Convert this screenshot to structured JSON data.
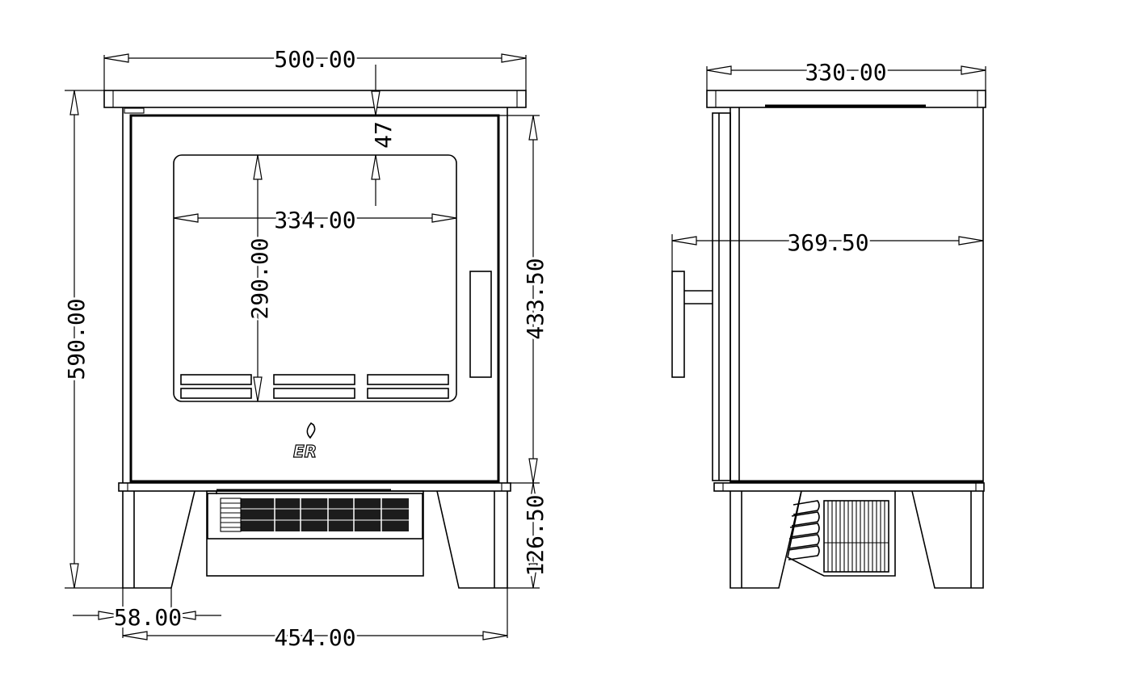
{
  "dimensions": {
    "front_top_width": "500.00",
    "front_height": "590.00",
    "door_top_offset": "47",
    "window_width": "334.00",
    "window_height": "290.00",
    "body_height": "433.50",
    "leg_height": "126.50",
    "leg_width": "58.00",
    "base_width": "454.00",
    "side_top_depth": "330.00",
    "side_depth_with_handle": "369.50"
  },
  "logo": {
    "text": "ER"
  },
  "colors": {
    "line": "#000000",
    "background": "#ffffff"
  }
}
